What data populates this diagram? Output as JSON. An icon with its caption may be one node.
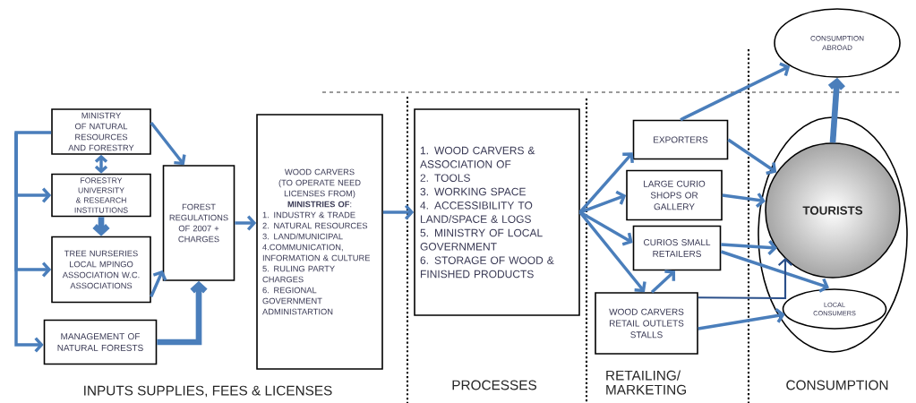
{
  "diagram": {
    "nodes": [
      {
        "text": [
          "MINISTRY OF NATURAL RESOURCES AND FORESTRY"
        ]
      },
      {
        "text": [
          "FORESTRY UNIVERSITY & RESEARCH INSTITUTIONS"
        ]
      },
      {
        "text": [
          "TREE NURSERIES LOCAL MPINGO ASSOCIATION W.C. ASSOCIATIONS"
        ]
      },
      {
        "text": [
          "MANAGEMENT OF NATURAL FORESTS"
        ]
      },
      {
        "text": [
          "FOREST REGULATIONS OF 2007 + CHARGES"
        ]
      },
      {
        "text": [
          "WOOD CARVERS",
          "(TO OPERATE NEED LICENSES FROM)",
          "**MINISTRIES OF**:",
          "1. INDUSTRY & TRADE",
          "2. NATURAL RESOURCES",
          "3. LAND/MUNICIPAL",
          "4.COMMUNICATION, INFORMATION & CULTURE",
          "5. RULING PARTY CHARGES",
          "6. REGIONAL GOVERNMENT ADMINISTARTION"
        ]
      },
      {
        "text": [
          "1. WOOD CARVERS & ASSOCIATION OF",
          "2. TOOLS",
          "3. WORKING SPACE",
          "4. ACCESSIBILITY TO LAND/SPACE & LOGS",
          "5. MINISTRY OF LOCAL GOVERNMENT",
          "6. STORAGE OF WOOD & FINISHED PRODUCTS"
        ]
      },
      {
        "text": [
          "EXPORTERS"
        ]
      },
      {
        "text": [
          "LARGE CURIO SHOPS OR GALLERY"
        ]
      },
      {
        "text": [
          "CURIOS SMALL RETAILERS"
        ]
      },
      {
        "text": [
          "WOOD CARVERS RETAIL OUTLETS STALLS"
        ]
      },
      {
        "text": [
          "CONSUMPTION ABROAD"
        ]
      },
      {
        "text": [],
        "shape": "ellipse"
      },
      {
        "text": [
          "TOURISTS"
        ],
        "in": 12
      },
      {
        "text": [
          "LOCAL CONSUMERS"
        ],
        "in": 12
      }
    ],
    "edges": [
      {
        "from": 0,
        "to": 1,
        "arrow": "to"
      },
      {
        "from": 0,
        "to": 2,
        "arrow": "to"
      },
      {
        "from": 0,
        "to": 3,
        "arrow": "to"
      },
      {
        "from": 0,
        "to": 1,
        "arrow": "both"
      },
      {
        "from": 1,
        "to": 2,
        "arrow": "to",
        "style": "thick"
      },
      {
        "from": 0,
        "to": 4,
        "arrow": "to"
      },
      {
        "from": 2,
        "to": 4,
        "arrow": "to"
      },
      {
        "from": 3,
        "to": 4,
        "arrow": "to",
        "style": "thick"
      },
      {
        "from": 4,
        "to": 5,
        "arrow": "to"
      },
      {
        "from": 5,
        "to": 6,
        "arrow": "to"
      },
      {
        "from": 6,
        "to": 7,
        "arrow": "to"
      },
      {
        "from": 6,
        "to": 8,
        "arrow": "to"
      },
      {
        "from": 6,
        "to": 9,
        "arrow": "to"
      },
      {
        "from": 6,
        "to": 10,
        "arrow": "to"
      },
      {
        "from": 10,
        "to": 9,
        "arrow": "to"
      },
      {
        "from": 7,
        "to": 11,
        "arrow": "to"
      },
      {
        "from": 7,
        "to": 13,
        "arrow": "to"
      },
      {
        "from": 8,
        "to": 13,
        "arrow": "to"
      },
      {
        "from": 9,
        "to": 13,
        "arrow": "to"
      },
      {
        "from": 9,
        "to": 14,
        "arrow": "to"
      },
      {
        "from": 10,
        "to": 13,
        "arrow": "to",
        "color": "#2a4f8a"
      },
      {
        "from": 10,
        "to": 14,
        "arrow": "to"
      },
      {
        "from": 13,
        "to": 11,
        "arrow": "to",
        "style": "thick"
      }
    ],
    "labels": [
      "INPUTS SUPPLIES, FEES & LICENSES",
      "PROCESSES",
      "RETAILING/ MARKETING",
      "CONSUMPTION"
    ]
  }
}
